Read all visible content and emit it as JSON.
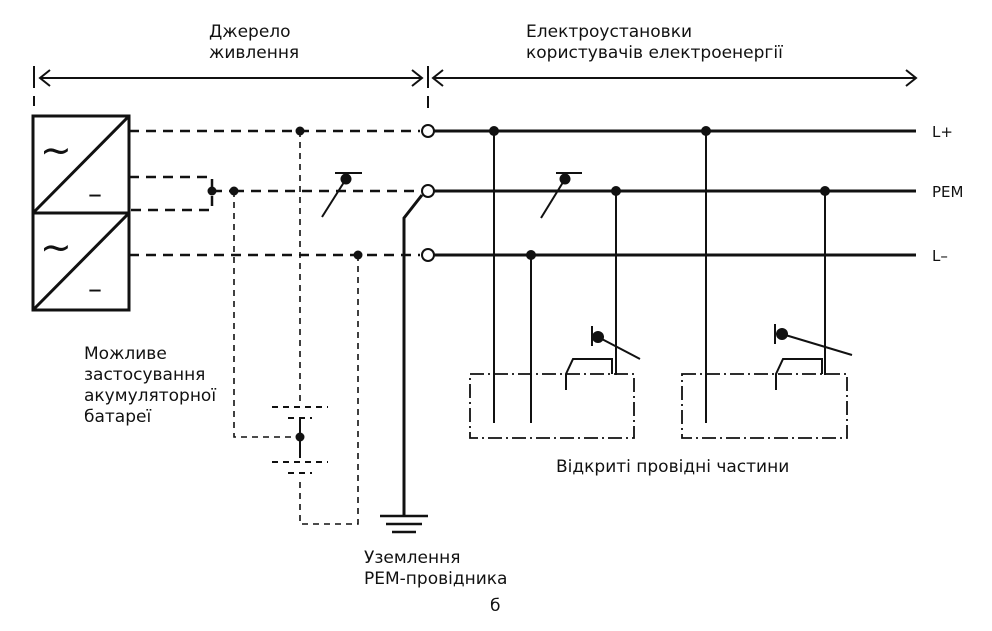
{
  "header": {
    "source_line1": "Джерело",
    "source_line2": "живлення",
    "installations_line1": "Електроустановки",
    "installations_line2": "користувачів електроенергії"
  },
  "converter": {
    "ac_symbol": "~",
    "dc_symbol": "–"
  },
  "conductors": {
    "plus": "L+",
    "pem": "PEM",
    "minus": "L–"
  },
  "labels": {
    "battery_line1": "Можливе",
    "battery_line2": "застосування",
    "battery_line3": "акумуляторної",
    "battery_line4": "батареї",
    "exposed_parts": "Відкриті провідні частини",
    "grounding_line1": "Уземлення",
    "grounding_line2": "PEM-провідника",
    "figure_letter": "б"
  }
}
